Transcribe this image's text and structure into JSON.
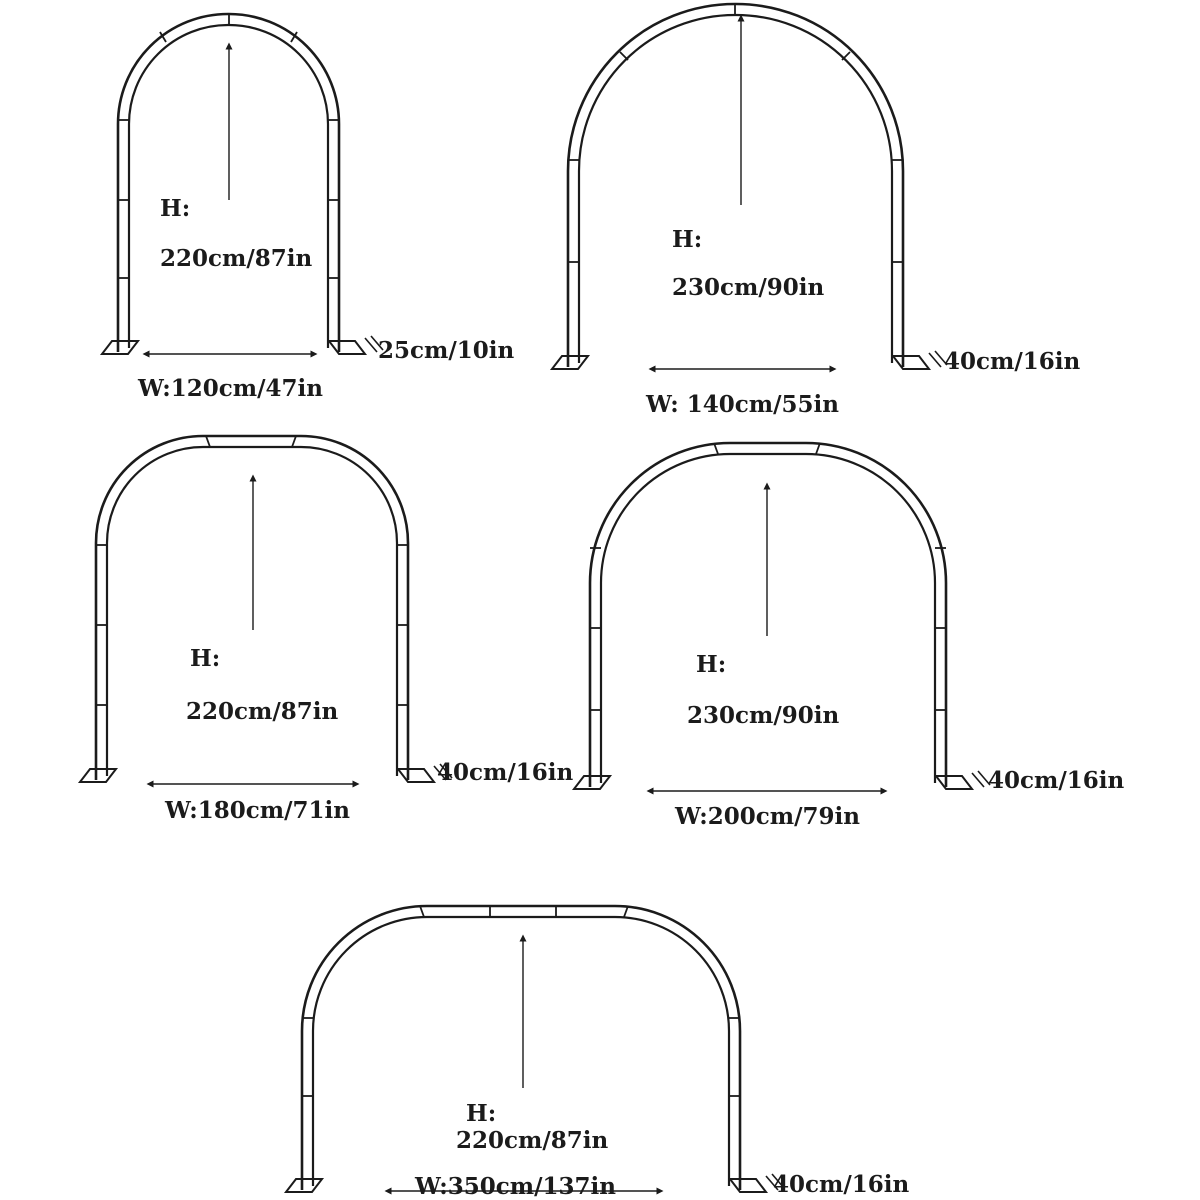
{
  "arches": [
    {
      "id": "arch-1",
      "height_label": "H:",
      "height_value": "220cm/87in",
      "width_label": "W:120cm/47in",
      "depth_label": "25cm/10in"
    },
    {
      "id": "arch-2",
      "height_label": "H:",
      "height_value": "230cm/90in",
      "width_label": "W: 140cm/55in",
      "depth_label": "40cm/16in"
    },
    {
      "id": "arch-3",
      "height_label": "H:",
      "height_value": "220cm/87in",
      "width_label": "W:180cm/71in",
      "depth_label": "40cm/16in"
    },
    {
      "id": "arch-4",
      "height_label": "H:",
      "height_value": "230cm/90in",
      "width_label": "W:200cm/79in",
      "depth_label": "40cm/16in"
    },
    {
      "id": "arch-5",
      "height_label": "H:",
      "height_value": "220cm/87in",
      "width_label": "W:350cm/137in",
      "depth_label": "40cm/16in"
    }
  ],
  "colors": {
    "stroke": "#1b1b1b",
    "background": "#ffffff"
  }
}
